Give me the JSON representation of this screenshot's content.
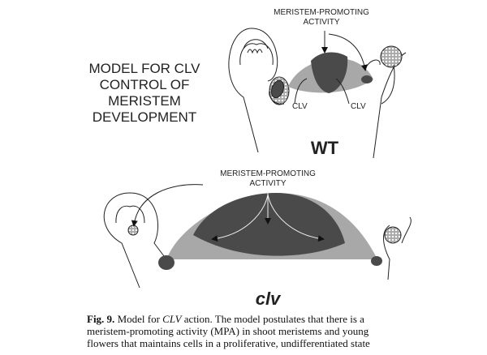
{
  "figure": {
    "title_lines": [
      "MODEL FOR CLV",
      "CONTROL OF",
      "MERISTEM",
      "DEVELOPMENT"
    ],
    "wt": {
      "mpa_label": [
        "MERISTEM-PROMOTING",
        "ACTIVITY"
      ],
      "clv_left": "CLV",
      "clv_right": "CLV",
      "panel_label": "WT"
    },
    "mutant": {
      "mpa_label": [
        "MERISTEM-PROMOTING",
        "ACTIVITY"
      ],
      "panel_label": "clv"
    },
    "colors": {
      "dark": "#4a4a4a",
      "light": "#a8a8a8"
    }
  },
  "caption": {
    "fig_label": "Fig. 9.",
    "pre": " Model for ",
    "gene": "CLV",
    "line1_rest": " action. The model postulates that there is a",
    "line2": "meristem-promoting activity (MPA) in shoot meristems and young",
    "line3": "flowers that maintains cells in a proliferative, undifferentiated state"
  }
}
